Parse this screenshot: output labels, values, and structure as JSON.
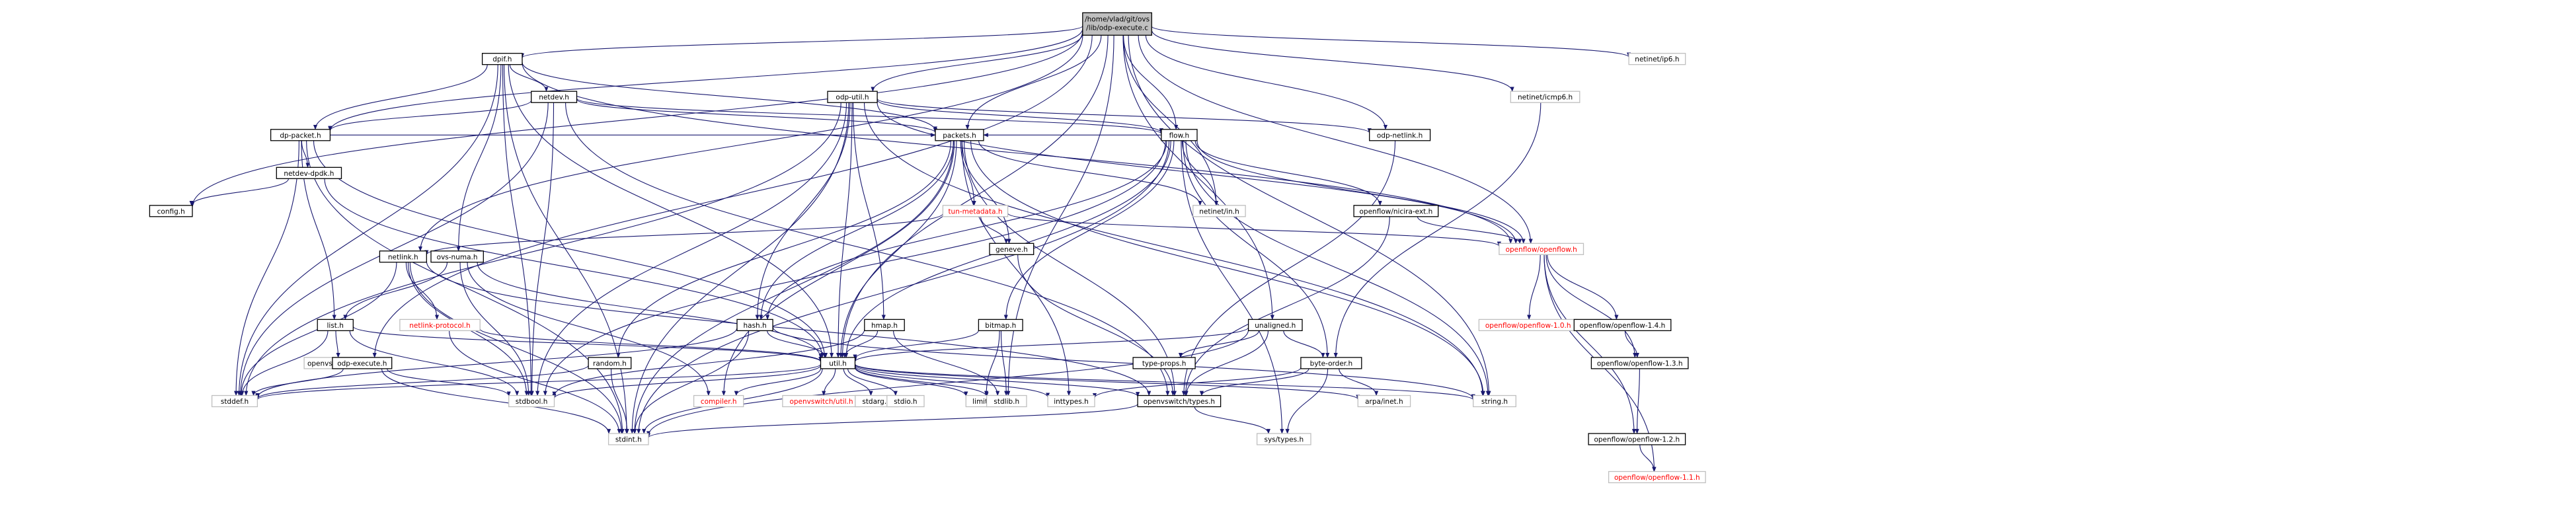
{
  "diagram": {
    "title": "",
    "nodes": [
      {
        "id": "root",
        "label": "/home/vlad/git/ovs/lib/odp-execute.c",
        "style": "root"
      },
      {
        "id": "dpif",
        "label": "dpif.h",
        "style": "linked"
      },
      {
        "id": "natdev",
        "label": "netdev.h",
        "style": "linked"
      },
      {
        "id": "dppacket",
        "label": "dp-packet.h",
        "style": "linked"
      },
      {
        "id": "netdevdpdk",
        "label": "netdev-dpdk.h",
        "style": "linked"
      },
      {
        "id": "config",
        "label": "config.h",
        "style": "linked"
      },
      {
        "id": "netlink",
        "label": "netlink.h",
        "style": "linked"
      },
      {
        "id": "ovsnuma",
        "label": "ovs-numa.h",
        "style": "linked"
      },
      {
        "id": "list",
        "label": "list.h",
        "style": "linked"
      },
      {
        "id": "ovslist",
        "label": "openvswitch/list.h",
        "style": "plain"
      },
      {
        "id": "netlinkprot",
        "label": "netlink-protocol.h",
        "style": "red"
      },
      {
        "id": "odpexecute",
        "label": "odp-execute.h",
        "style": "linked"
      },
      {
        "id": "stddef",
        "label": "stddef.h",
        "style": "plain"
      },
      {
        "id": "stdbool",
        "label": "stdbool.h",
        "style": "plain"
      },
      {
        "id": "stdint",
        "label": "stdint.h",
        "style": "plain"
      },
      {
        "id": "odputil",
        "label": "odp-util.h",
        "style": "linked"
      },
      {
        "id": "hmap",
        "label": "hmap.h",
        "style": "linked"
      },
      {
        "id": "hash",
        "label": "hash.h",
        "style": "linked"
      },
      {
        "id": "random",
        "label": "random.h",
        "style": "linked"
      },
      {
        "id": "packets",
        "label": "packets.h",
        "style": "linked"
      },
      {
        "id": "tunmeta",
        "label": "tun-metadata.h",
        "style": "red"
      },
      {
        "id": "geneve",
        "label": "geneve.h",
        "style": "linked"
      },
      {
        "id": "bitmap",
        "label": "bitmap.h",
        "style": "linked"
      },
      {
        "id": "flow",
        "label": "flow.h",
        "style": "linked"
      },
      {
        "id": "odpnetlink",
        "label": "odp-netlink.h",
        "style": "linked"
      },
      {
        "id": "netinetin",
        "label": "netinet/in.h",
        "style": "plain"
      },
      {
        "id": "nicira",
        "label": "openflow/nicira-ext.h",
        "style": "linked"
      },
      {
        "id": "utilh",
        "label": "util.h",
        "style": "linked"
      },
      {
        "id": "compiler",
        "label": "compiler.h",
        "style": "red"
      },
      {
        "id": "ovsutil",
        "label": "openvswitch/util.h",
        "style": "red"
      },
      {
        "id": "stdarg",
        "label": "stdarg.h",
        "style": "plain"
      },
      {
        "id": "stdio",
        "label": "stdio.h",
        "style": "plain"
      },
      {
        "id": "limits",
        "label": "limits.h",
        "style": "plain"
      },
      {
        "id": "stdlib",
        "label": "stdlib.h",
        "style": "plain"
      },
      {
        "id": "inttypes",
        "label": "inttypes.h",
        "style": "plain"
      },
      {
        "id": "ovstypes",
        "label": "openvswitch/types.h",
        "style": "linked"
      },
      {
        "id": "arpainet",
        "label": "arpa/inet.h",
        "style": "plain"
      },
      {
        "id": "stringh",
        "label": "string.h",
        "style": "plain"
      },
      {
        "id": "systypes",
        "label": "sys/types.h",
        "style": "plain"
      },
      {
        "id": "unaligned",
        "label": "unaligned.h",
        "style": "linked"
      },
      {
        "id": "typeprops",
        "label": "type-props.h",
        "style": "linked"
      },
      {
        "id": "byteorder",
        "label": "byte-order.h",
        "style": "linked"
      },
      {
        "id": "icmp6",
        "label": "netinet/icmp6.h",
        "style": "plain"
      },
      {
        "id": "ip6",
        "label": "netinet/ip6.h",
        "style": "plain"
      },
      {
        "id": "ofopenflow",
        "label": "openflow/openflow.h",
        "style": "red"
      },
      {
        "id": "of10",
        "label": "openflow/openflow-1.0.h",
        "style": "red"
      },
      {
        "id": "of14",
        "label": "openflow/openflow-1.4.h",
        "style": "linked"
      },
      {
        "id": "of13",
        "label": "openflow/openflow-1.3.h",
        "style": "linked"
      },
      {
        "id": "of12",
        "label": "openflow/openflow-1.2.h",
        "style": "linked"
      },
      {
        "id": "of11",
        "label": "openflow/openflow-1.1.h",
        "style": "red"
      }
    ],
    "edges": [
      [
        "root",
        "dpif"
      ],
      [
        "root",
        "odputil"
      ],
      [
        "root",
        "dppacket"
      ],
      [
        "root",
        "config"
      ],
      [
        "root",
        "netlink"
      ],
      [
        "root",
        "odpexecute"
      ],
      [
        "root",
        "packets"
      ],
      [
        "root",
        "flow"
      ],
      [
        "root",
        "utilh"
      ],
      [
        "root",
        "stdlib"
      ],
      [
        "root",
        "netinetin"
      ],
      [
        "root",
        "odpnetlink"
      ],
      [
        "root",
        "unaligned"
      ],
      [
        "root",
        "stringh"
      ],
      [
        "root",
        "icmp6"
      ],
      [
        "root",
        "ip6"
      ],
      [
        "root",
        "ofopenflow"
      ],
      [
        "dpif",
        "natdev"
      ],
      [
        "dpif",
        "dppacket"
      ],
      [
        "dpif",
        "ovsnuma"
      ],
      [
        "dpif",
        "packets"
      ],
      [
        "dpif",
        "utilh"
      ],
      [
        "dpif",
        "stdbool"
      ],
      [
        "dpif",
        "stddef"
      ],
      [
        "dpif",
        "stdint"
      ],
      [
        "dpif",
        "ofopenflow"
      ],
      [
        "natdev",
        "dppacket"
      ],
      [
        "natdev",
        "flow"
      ],
      [
        "natdev",
        "packets"
      ],
      [
        "natdev",
        "stdbool"
      ],
      [
        "natdev",
        "stddef"
      ],
      [
        "natdev",
        "ovstypes"
      ],
      [
        "dppacket",
        "netdevdpdk"
      ],
      [
        "dppacket",
        "list"
      ],
      [
        "dppacket",
        "packets"
      ],
      [
        "dppacket",
        "utilh"
      ],
      [
        "dppacket",
        "stddef"
      ],
      [
        "dppacket",
        "stdint"
      ],
      [
        "netdevdpdk",
        "config"
      ],
      [
        "netdevdpdk",
        "utilh"
      ],
      [
        "netlink",
        "netlinkprot"
      ],
      [
        "netlink",
        "stddef"
      ],
      [
        "netlink",
        "stdbool"
      ],
      [
        "netlink",
        "stdint"
      ],
      [
        "netlink",
        "ovstypes"
      ],
      [
        "ovsnuma",
        "list"
      ],
      [
        "ovsnuma",
        "stdbool"
      ],
      [
        "ovsnuma",
        "compiler"
      ],
      [
        "ovsnuma",
        "utilh"
      ],
      [
        "list",
        "ovslist"
      ],
      [
        "list",
        "stddef"
      ],
      [
        "list",
        "stdbool"
      ],
      [
        "list",
        "utilh"
      ],
      [
        "netlinkprot",
        "stdint"
      ],
      [
        "netlinkprot",
        "utilh"
      ],
      [
        "odpexecute",
        "stddef"
      ],
      [
        "odpexecute",
        "stdint"
      ],
      [
        "odpexecute",
        "stdbool"
      ],
      [
        "odputil",
        "hmap"
      ],
      [
        "odputil",
        "hash"
      ],
      [
        "odputil",
        "flow"
      ],
      [
        "odputil",
        "odpnetlink"
      ],
      [
        "odputil",
        "utilh"
      ],
      [
        "odputil",
        "stdbool"
      ],
      [
        "odputil",
        "stdint"
      ],
      [
        "odputil",
        "stringh"
      ],
      [
        "odputil",
        "ofopenflow"
      ],
      [
        "odputil",
        "stddef"
      ],
      [
        "hmap",
        "stdbool"
      ],
      [
        "hmap",
        "stdlib"
      ],
      [
        "hmap",
        "utilh"
      ],
      [
        "hash",
        "stdint"
      ],
      [
        "hash",
        "stddef"
      ],
      [
        "hash",
        "stringh"
      ],
      [
        "hash",
        "utilh"
      ],
      [
        "random",
        "stdint"
      ],
      [
        "random",
        "stddef"
      ],
      [
        "packets",
        "tunmeta"
      ],
      [
        "packets",
        "geneve"
      ],
      [
        "packets",
        "random"
      ],
      [
        "packets",
        "hash"
      ],
      [
        "packets",
        "utilh"
      ],
      [
        "packets",
        "netinetin"
      ],
      [
        "packets",
        "inttypes"
      ],
      [
        "packets",
        "stdint"
      ],
      [
        "packets",
        "ovstypes"
      ],
      [
        "packets",
        "compiler"
      ],
      [
        "packets",
        "stringh"
      ],
      [
        "tunmeta",
        "geneve"
      ],
      [
        "tunmeta",
        "netlink"
      ],
      [
        "tunmeta",
        "ofopenflow"
      ],
      [
        "geneve",
        "ovstypes"
      ],
      [
        "bitmap",
        "limits"
      ],
      [
        "bitmap",
        "stdlib"
      ],
      [
        "bitmap",
        "utilh"
      ],
      [
        "flow",
        "packets"
      ],
      [
        "flow",
        "hash"
      ],
      [
        "flow",
        "bitmap"
      ],
      [
        "flow",
        "byteorder"
      ],
      [
        "flow",
        "nicira"
      ],
      [
        "flow",
        "netinetin"
      ],
      [
        "flow",
        "stringh"
      ],
      [
        "flow",
        "systypes"
      ],
      [
        "flow",
        "stdint"
      ],
      [
        "flow",
        "stdbool"
      ],
      [
        "flow",
        "ofopenflow"
      ],
      [
        "flow",
        "utilh"
      ],
      [
        "odpnetlink",
        "ovstypes"
      ],
      [
        "nicira",
        "ofopenflow"
      ],
      [
        "nicira",
        "ovstypes"
      ],
      [
        "utilh",
        "compiler"
      ],
      [
        "utilh",
        "ovsutil"
      ],
      [
        "utilh",
        "stdarg"
      ],
      [
        "utilh",
        "stdio"
      ],
      [
        "utilh",
        "limits"
      ],
      [
        "utilh",
        "stdlib"
      ],
      [
        "utilh",
        "inttypes"
      ],
      [
        "utilh",
        "ovstypes"
      ],
      [
        "utilh",
        "arpainet"
      ],
      [
        "utilh",
        "stringh"
      ],
      [
        "utilh",
        "stdint"
      ],
      [
        "utilh",
        "stddef"
      ],
      [
        "utilh",
        "stdbool"
      ],
      [
        "ovstypes",
        "stdint"
      ],
      [
        "ovstypes",
        "systypes"
      ],
      [
        "unaligned",
        "typeprops"
      ],
      [
        "unaligned",
        "byteorder"
      ],
      [
        "unaligned",
        "ovstypes"
      ],
      [
        "unaligned",
        "stdint"
      ],
      [
        "unaligned",
        "utilh"
      ],
      [
        "byteorder",
        "arpainet"
      ],
      [
        "byteorder",
        "systypes"
      ],
      [
        "byteorder",
        "inttypes"
      ],
      [
        "byteorder",
        "ovstypes"
      ],
      [
        "icmp6",
        "byteorder"
      ],
      [
        "ofopenflow",
        "of10"
      ],
      [
        "ofopenflow",
        "of14"
      ],
      [
        "ofopenflow",
        "of13"
      ],
      [
        "ofopenflow",
        "of11"
      ],
      [
        "ofopenflow",
        "of12"
      ],
      [
        "of14",
        "of13"
      ],
      [
        "of13",
        "of12"
      ],
      [
        "of12",
        "of11"
      ]
    ]
  }
}
